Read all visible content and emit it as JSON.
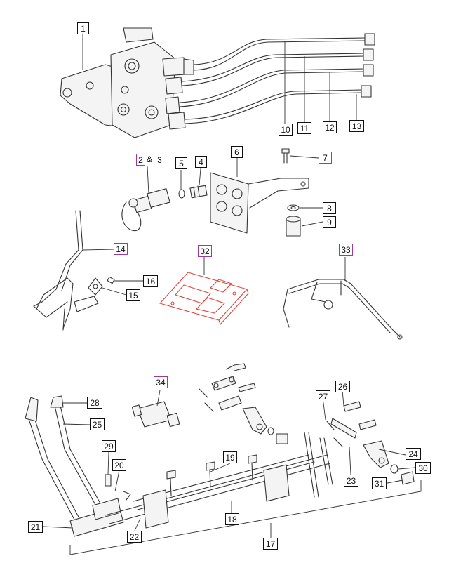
{
  "callouts": [
    {
      "id": "1",
      "label": "1",
      "pink": false
    },
    {
      "id": "2",
      "label": "2",
      "pink": true
    },
    {
      "id": "3",
      "label": "3",
      "pink": false
    },
    {
      "id": "4",
      "label": "4",
      "pink": false
    },
    {
      "id": "5",
      "label": "5",
      "pink": false
    },
    {
      "id": "6",
      "label": "6",
      "pink": false
    },
    {
      "id": "7",
      "label": "7",
      "pink": true
    },
    {
      "id": "8",
      "label": "8",
      "pink": false
    },
    {
      "id": "9",
      "label": "9",
      "pink": false
    },
    {
      "id": "10",
      "label": "10",
      "pink": false
    },
    {
      "id": "11",
      "label": "11",
      "pink": false
    },
    {
      "id": "12",
      "label": "12",
      "pink": false
    },
    {
      "id": "13",
      "label": "13",
      "pink": false
    },
    {
      "id": "14",
      "label": "14",
      "pink": true
    },
    {
      "id": "15",
      "label": "15",
      "pink": false
    },
    {
      "id": "16",
      "label": "16",
      "pink": false
    },
    {
      "id": "17",
      "label": "17",
      "pink": false
    },
    {
      "id": "18",
      "label": "18",
      "pink": false
    },
    {
      "id": "19",
      "label": "19",
      "pink": false
    },
    {
      "id": "20",
      "label": "20",
      "pink": false
    },
    {
      "id": "21",
      "label": "21",
      "pink": false
    },
    {
      "id": "22",
      "label": "22",
      "pink": false
    },
    {
      "id": "23",
      "label": "23",
      "pink": false
    },
    {
      "id": "24",
      "label": "24",
      "pink": false
    },
    {
      "id": "25",
      "label": "25",
      "pink": false
    },
    {
      "id": "26",
      "label": "26",
      "pink": false
    },
    {
      "id": "27",
      "label": "27",
      "pink": false
    },
    {
      "id": "28",
      "label": "28",
      "pink": false
    },
    {
      "id": "29",
      "label": "29",
      "pink": false
    },
    {
      "id": "30",
      "label": "30",
      "pink": false
    },
    {
      "id": "31",
      "label": "31",
      "pink": false
    },
    {
      "id": "32",
      "label": "32",
      "pink": true
    },
    {
      "id": "33",
      "label": "33",
      "pink": true
    },
    {
      "id": "34",
      "label": "34",
      "pink": true
    }
  ],
  "ampersand": "&",
  "colors": {
    "outline": "#333333",
    "callout_border": "#111111",
    "callout_highlight": "#a0399a",
    "highlight_part": "#e0443c"
  }
}
